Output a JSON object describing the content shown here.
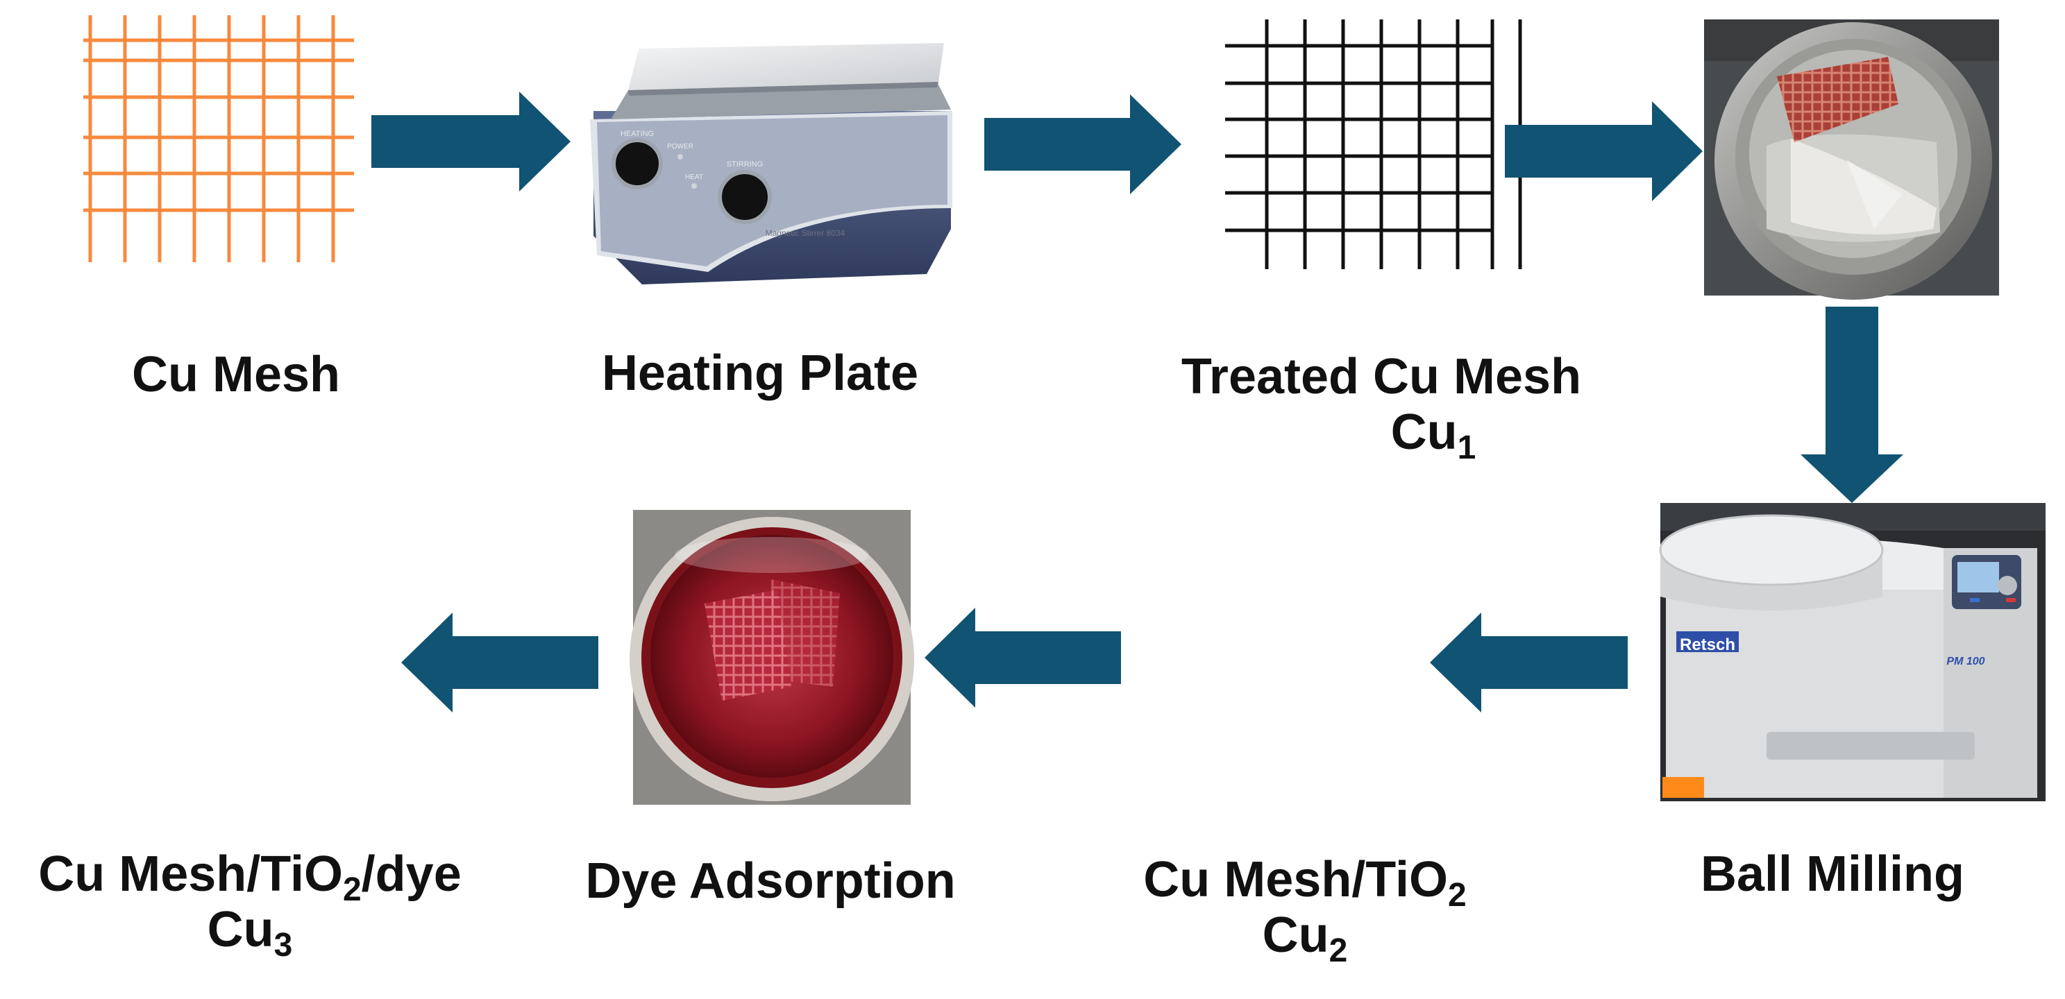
{
  "colors": {
    "arrow": "#115372",
    "mesh_orange": "#f7893d",
    "mesh_black": "#111111",
    "mesh_red": "#e8272a",
    "dye": "#9b1b23"
  },
  "steps": [
    {
      "label": "Cu Mesh"
    },
    {
      "label": "Heating Plate"
    },
    {
      "label": "Treated Cu Mesh",
      "sub_prefix": "Cu",
      "sub_index": "1"
    },
    {
      "label": "Ball Milling"
    },
    {
      "label_prefix": "Cu Mesh/TiO",
      "label_index": "2",
      "sub_prefix": "Cu",
      "sub_index": "2"
    },
    {
      "label": "Dye Adsorption"
    },
    {
      "label_prefix": "Cu Mesh/TiO",
      "label_index": "2",
      "label_suffix": "/dye",
      "sub_prefix": "Cu",
      "sub_index": "3"
    }
  ],
  "devices": {
    "hotplate_knob_labels": [
      "HEATING",
      "POWER",
      "HEAT",
      "STIRRING"
    ],
    "hotplate_brand": "Magnetic Stirrer 8034",
    "mill_brand": "Retsch",
    "mill_model": "PM 100"
  }
}
